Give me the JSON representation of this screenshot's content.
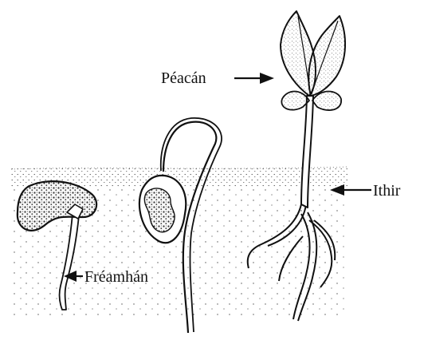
{
  "labels": {
    "shoot": "Péacán",
    "soil": "Ithir",
    "root": "Fréamhán"
  },
  "colors": {
    "ink": "#111111",
    "background": "#ffffff",
    "soil_stipple": "#444444"
  }
}
